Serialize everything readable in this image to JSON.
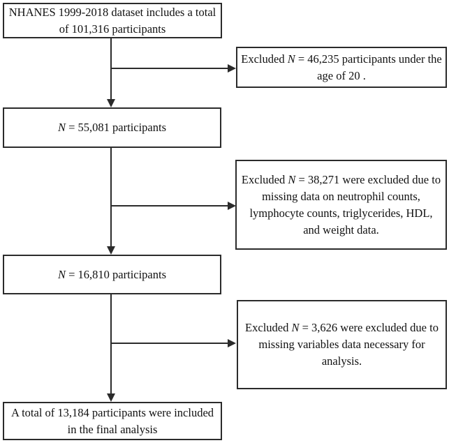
{
  "colors": {
    "background": "#ffffff",
    "line": "#2b2b2b",
    "text": "#111111"
  },
  "boxes": {
    "top": {
      "line1": "NHANES 1999-2018 dataset includes a total",
      "line2": "of 101,316 participants"
    },
    "excluded1": {
      "l1_pre": "Excluded ",
      "l1_var": "N",
      "l1_post": " = 46,235 participants under the",
      "l2": "age of 20 ."
    },
    "n55": {
      "var": "N",
      "post": " = 55,081 participants"
    },
    "excluded2": {
      "l1_pre": "Excluded ",
      "l1_var": "N",
      "l1_post": " = 38,271 were excluded due to",
      "l2": "missing data on neutrophil counts,",
      "l3": "lymphocyte counts, triglycerides, HDL,",
      "l4": "and weight data."
    },
    "n16": {
      "var": "N",
      "post": " = 16,810 participants"
    },
    "excluded3": {
      "l1_pre": "Excluded ",
      "l1_var": "N",
      "l1_post": " = 3,626 were excluded due to",
      "l2": "missing variables data necessary for",
      "l3": "analysis."
    },
    "final": {
      "line1": "A total of 13,184 participants were included",
      "line2": "in the final analysis"
    }
  }
}
